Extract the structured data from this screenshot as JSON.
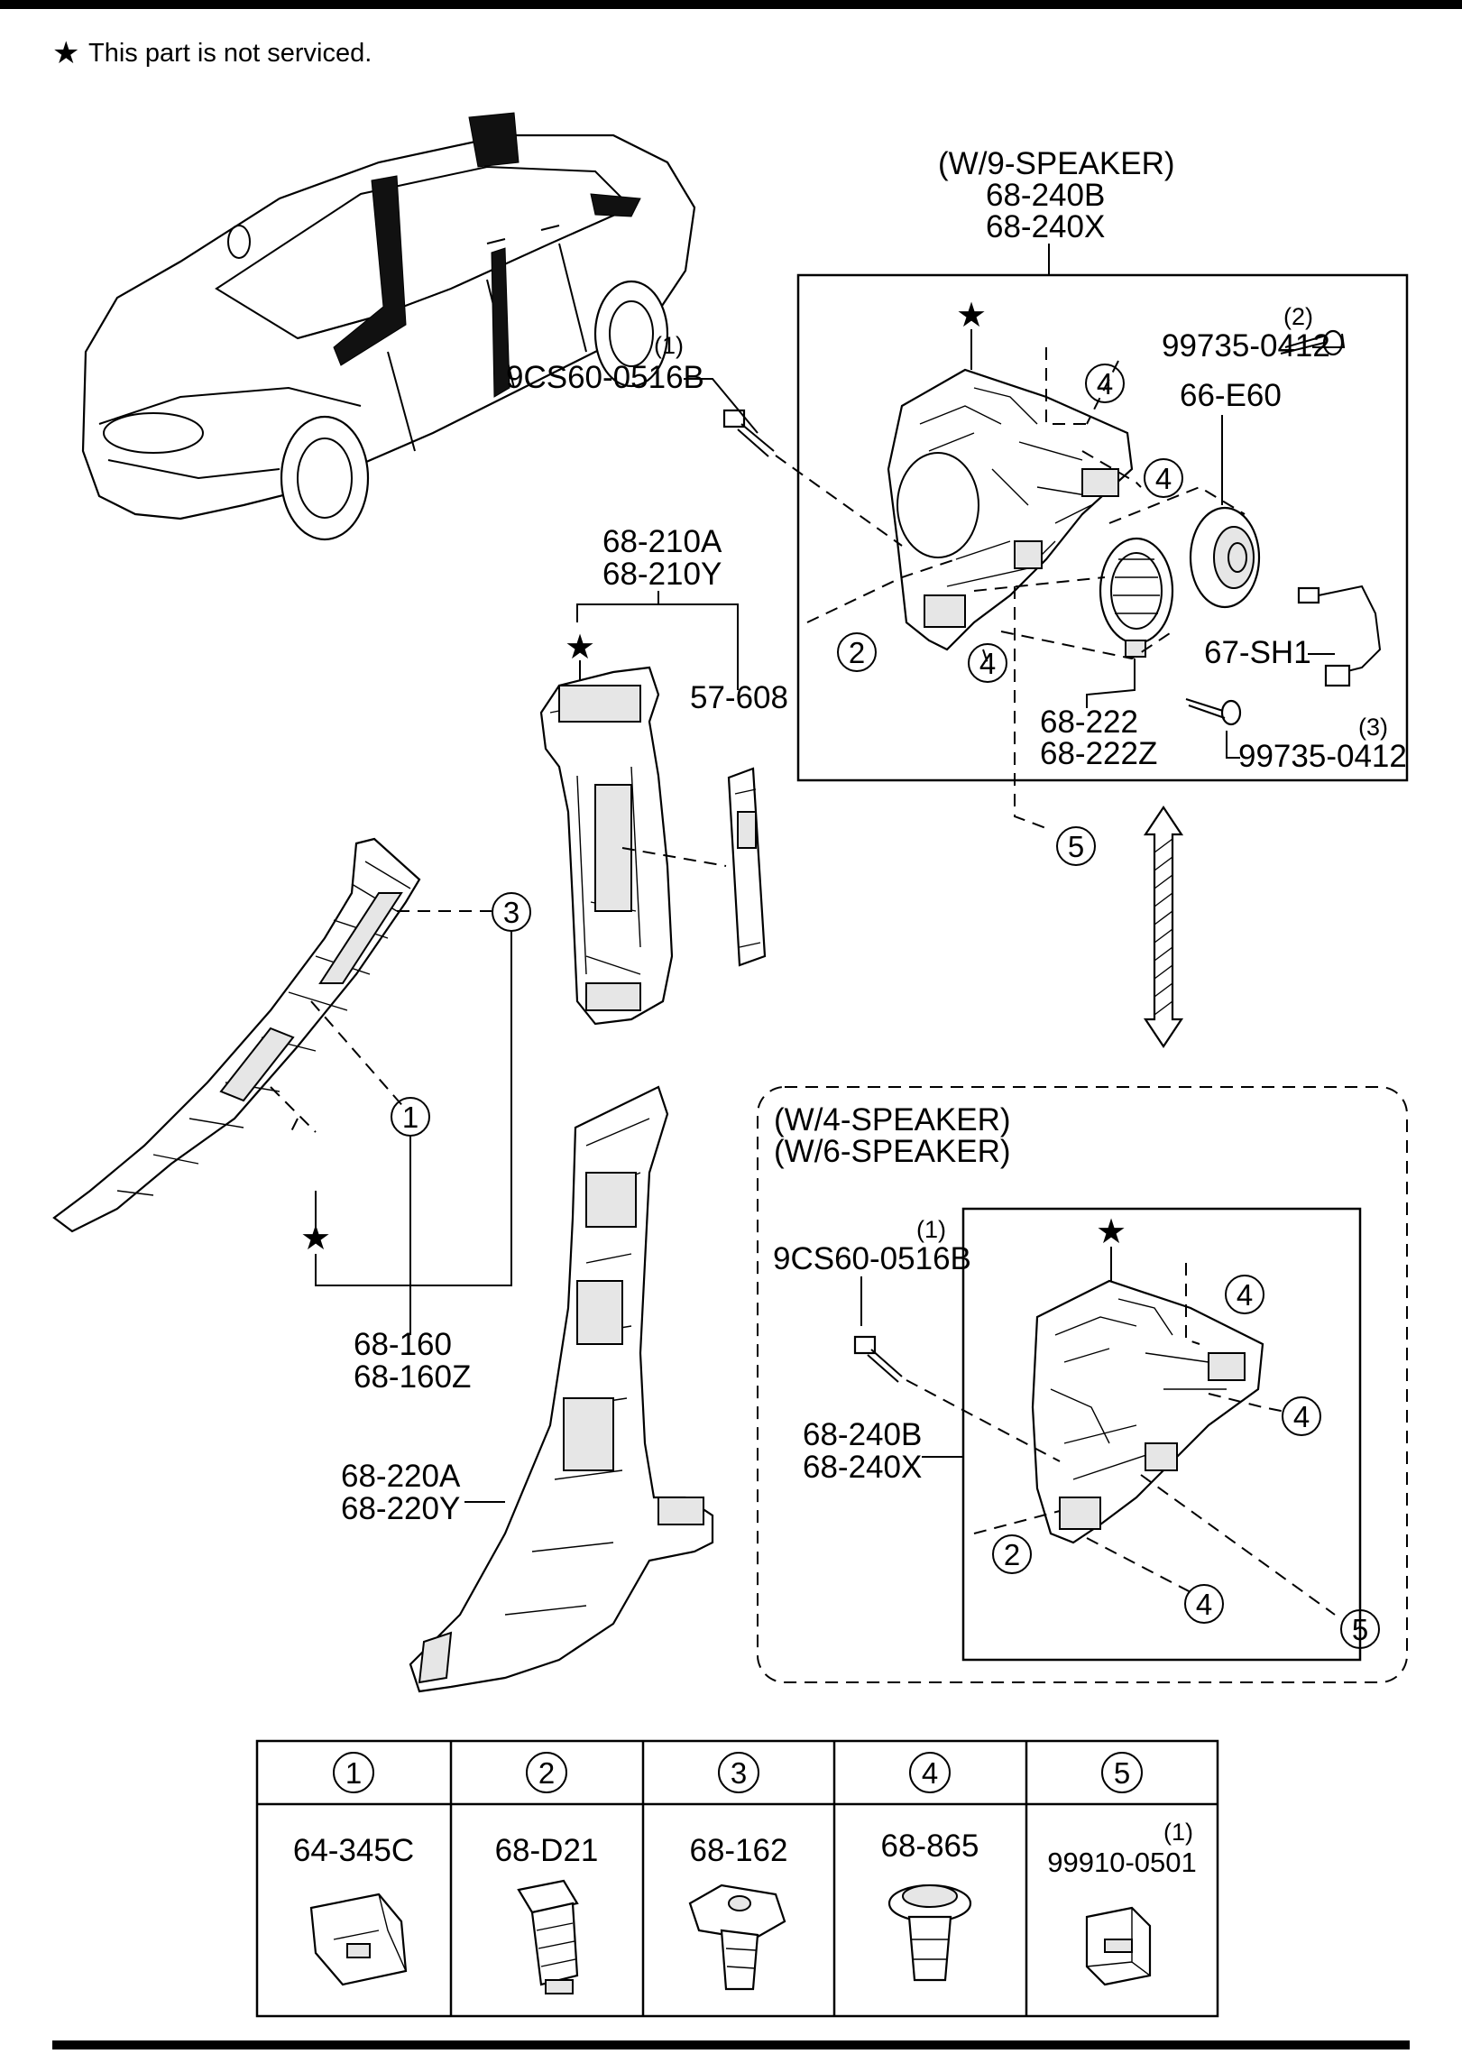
{
  "note": {
    "star": "★",
    "text": "This part is not serviced."
  },
  "labels": {
    "w9_speaker": "(W/9-SPEAKER)",
    "w9_240b": "68-240B",
    "w9_240x": "68-240X",
    "q2": "(2)",
    "p99735_a": "99735-0412",
    "p66e60": "66-E60",
    "q1_top": "(1)",
    "p9cs60_top": "9CS60-0516B",
    "p67sh1": "67-SH1",
    "p68222": "68-222",
    "p68222z": "68-222Z",
    "q3": "(3)",
    "p99735_b": "99735-0412",
    "p68210a": "68-210A",
    "p68210y": "68-210Y",
    "p57608": "57-608",
    "p68160": "68-160",
    "p68160z": "68-160Z",
    "p68220a": "68-220A",
    "p68220y": "68-220Y",
    "w4_speaker": "(W/4-SPEAKER)",
    "w6_speaker": "(W/6-SPEAKER)",
    "q1_bottom": "(1)",
    "p9cs60_bottom": "9CS60-0516B",
    "w4_240b": "68-240B",
    "w4_240x": "68-240X"
  },
  "callouts": [
    "1",
    "2",
    "3",
    "4",
    "5"
  ],
  "legend": {
    "headers": [
      "1",
      "2",
      "3",
      "4",
      "5"
    ],
    "items": [
      {
        "qty": "",
        "part": "64-345C",
        "icon": "clip-bracket-icon"
      },
      {
        "qty": "",
        "part": "68-D21",
        "icon": "push-clip-icon"
      },
      {
        "qty": "",
        "part": "68-162",
        "icon": "trim-clip-icon"
      },
      {
        "qty": "",
        "part": "68-865",
        "icon": "rivet-clip-icon"
      },
      {
        "qty": "(1)",
        "part": "99910-0501",
        "icon": "square-clip-icon"
      }
    ]
  }
}
